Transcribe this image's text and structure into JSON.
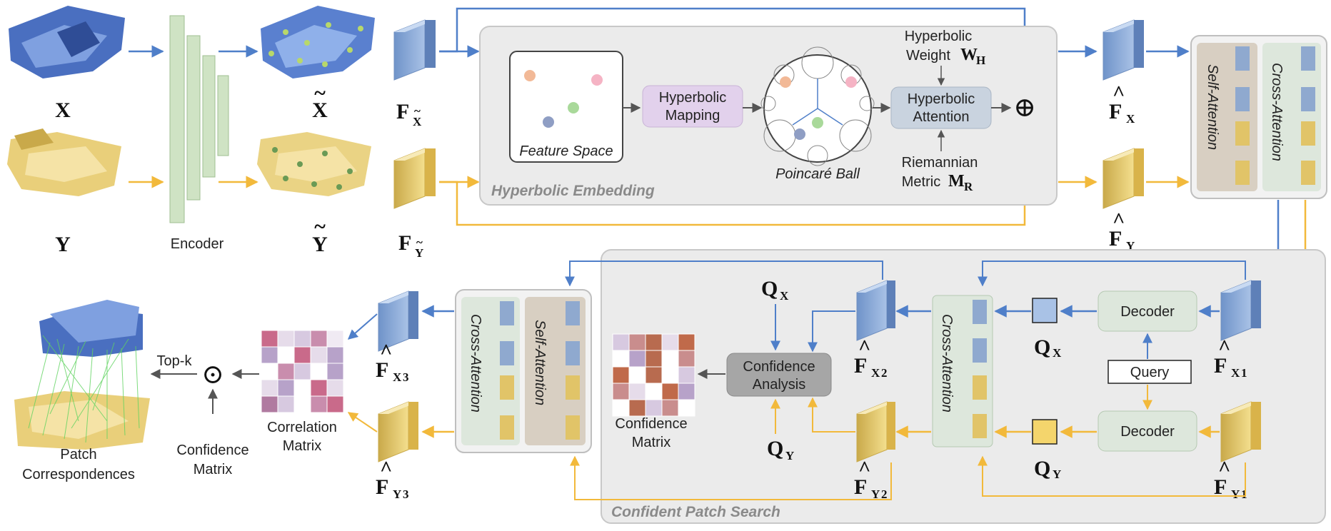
{
  "inputs": {
    "x_label": "X",
    "y_label": "Y",
    "x_tilde_label": "X",
    "y_tilde_label": "Y",
    "encoder_label": "Encoder"
  },
  "features": {
    "fx": "F",
    "fx_sub": "X",
    "fy": "F",
    "fy_sub": "Y",
    "fx_hat": "F",
    "fx_hat_sub": "X",
    "fy_hat": "F",
    "fy_hat_sub": "Y",
    "fx1": "F",
    "fx1_sub": "X",
    "fx1_idx": "1",
    "fy1": "F",
    "fy1_sub": "Y",
    "fy1_idx": "1",
    "fx2": "F",
    "fx2_sub": "X",
    "fx2_idx": "2",
    "fy2": "F",
    "fy2_sub": "Y",
    "fy2_idx": "2",
    "fx3": "F",
    "fx3_sub": "X",
    "fx3_idx": "3",
    "fy3": "F",
    "fy3_sub": "Y",
    "fy3_idx": "3"
  },
  "hyperbolic": {
    "panel_title": "Hyperbolic Embedding",
    "feature_space": "Feature Space",
    "mapping_line1": "Hyperbolic",
    "mapping_line2": "Mapping",
    "poincare": "Poincaré Ball",
    "attention_line1": "Hyperbolic",
    "attention_line2": "Attention",
    "weight_line1": "Hyperbolic",
    "weight_line2": "Weight",
    "weight_sym": "W",
    "weight_sub": "H",
    "metric_line1": "Riemannian",
    "metric_line2": "Metric",
    "metric_sym": "M",
    "metric_sub": "R",
    "oplus": "⊕"
  },
  "attention_blocks": {
    "self_attention": "Self-Attention",
    "cross_attention": "Cross-Attention"
  },
  "patch_search": {
    "panel_title": "Confident Patch Search",
    "decoder": "Decoder",
    "query": "Query",
    "qx": "Q",
    "qx_sub": "X",
    "qy": "Q",
    "qy_sub": "Y",
    "confidence_line1": "Confidence",
    "confidence_line2": "Analysis",
    "confidence_matrix_line1": "Confidence",
    "confidence_matrix_line2": "Matrix"
  },
  "output": {
    "correlation_line1": "Correlation",
    "correlation_line2": "Matrix",
    "topk": "Top-k",
    "odot": "⊙",
    "conf_line1": "Confidence",
    "conf_line2": "Matrix",
    "patch_line1": "Patch",
    "patch_line2": "Correspondences"
  },
  "colors": {
    "blue": "#4f7fc9",
    "yellow": "#f2b93b",
    "encoder_green": "#cfe3c4",
    "panel_gray": "#ebebeb"
  }
}
